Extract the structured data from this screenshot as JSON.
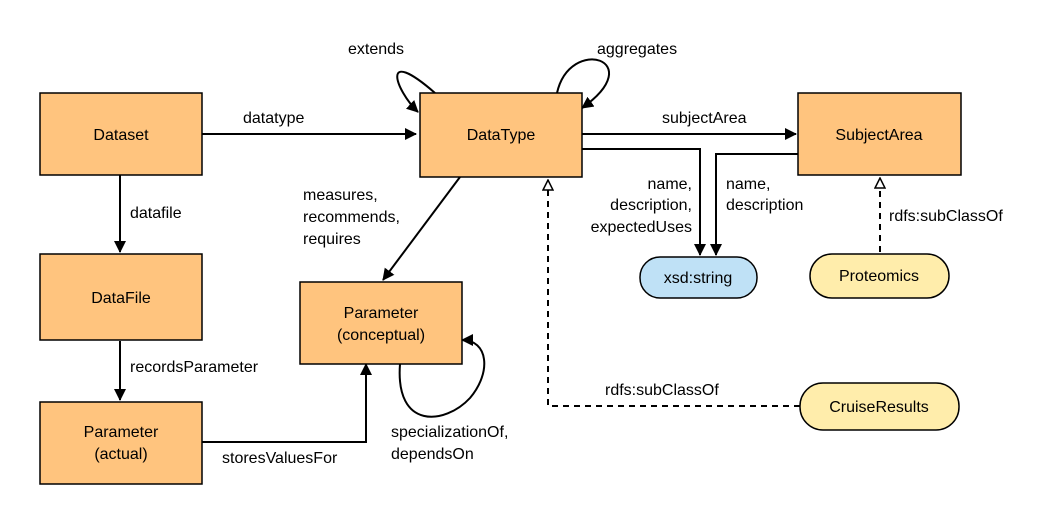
{
  "colors": {
    "class_fill": "#FFC47E",
    "string_fill": "#BFE1F6",
    "instance_fill": "#FFEDAB",
    "stroke": "#000000"
  },
  "nodes": {
    "dataset": {
      "label": "Dataset"
    },
    "datatype": {
      "label": "DataType"
    },
    "subjectarea": {
      "label": "SubjectArea"
    },
    "datafile": {
      "label": "DataFile"
    },
    "param_conceptual": {
      "line1": "Parameter",
      "line2": "(conceptual)"
    },
    "param_actual": {
      "line1": "Parameter",
      "line2": "(actual)"
    },
    "xsd_string": {
      "label": "xsd:string"
    },
    "proteomics": {
      "label": "Proteomics"
    },
    "cruiseresults": {
      "label": "CruiseResults"
    }
  },
  "edges": {
    "extends": "extends",
    "aggregates": "aggregates",
    "datatype": "datatype",
    "subjectArea": "subjectArea",
    "datafile": "datafile",
    "dt_string": [
      "name,",
      "description,",
      "expectedUses"
    ],
    "sa_string": [
      "name,",
      "description"
    ],
    "proteomics_subclass": "rdfs:subClassOf",
    "measures": [
      "measures,",
      "recommends,",
      "requires"
    ],
    "recordsParameter": "recordsParameter",
    "cruise_subclass": "rdfs:subClassOf",
    "storesValuesFor": "storesValuesFor",
    "specialization": [
      "specializationOf,",
      "dependsOn"
    ]
  }
}
